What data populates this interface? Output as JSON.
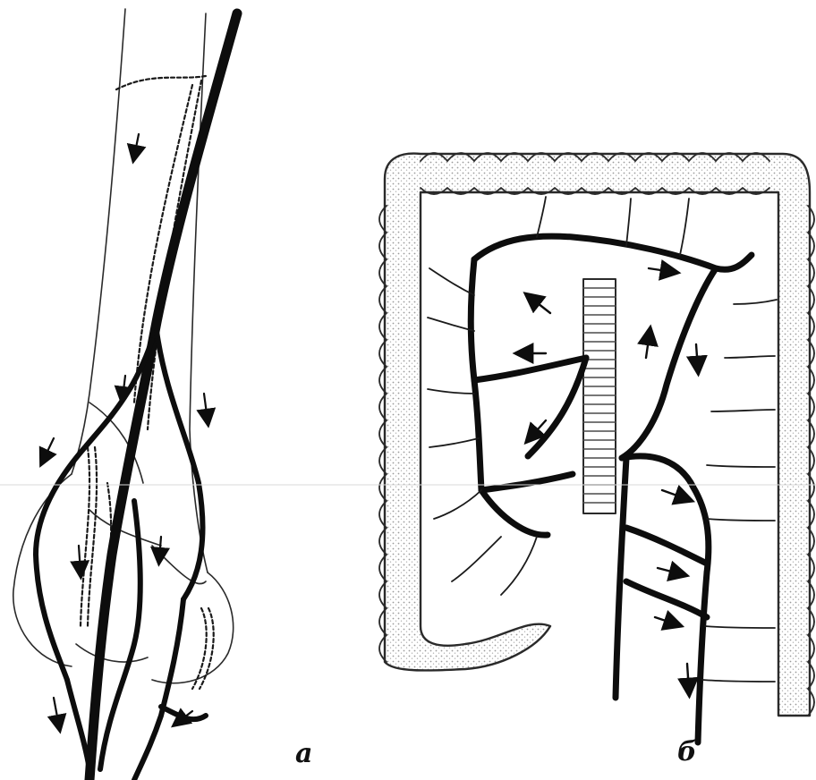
{
  "figure": {
    "panels": [
      {
        "id": "a",
        "label": "а"
      },
      {
        "id": "b",
        "label": "б"
      }
    ]
  },
  "colors": {
    "vessel": "#0d0d0d",
    "outline": "#2a2a2a",
    "tissue_stipple": "#9a9a9a",
    "background": "#ffffff"
  }
}
